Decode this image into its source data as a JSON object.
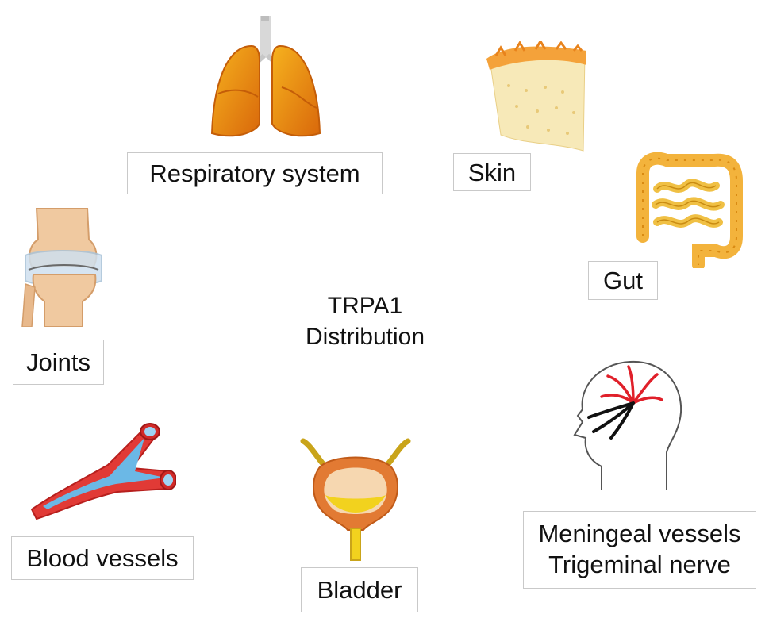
{
  "center": {
    "line1": "TRPA1",
    "line2": "Distribution"
  },
  "organs": {
    "respiratory": {
      "label": "Respiratory system",
      "icon": "lungs-icon"
    },
    "skin": {
      "label": "Skin",
      "icon": "skin-layer-icon"
    },
    "gut": {
      "label": "Gut",
      "icon": "intestine-icon"
    },
    "joints": {
      "label": "Joints",
      "icon": "knee-joint-icon"
    },
    "meningeal": {
      "line1": "Meningeal vessels",
      "line2": "Trigeminal nerve",
      "icon": "head-nerve-icon"
    },
    "blood": {
      "label": "Blood vessels",
      "icon": "blood-vessel-icon"
    },
    "bladder": {
      "label": "Bladder",
      "icon": "bladder-icon"
    }
  },
  "colors": {
    "box_border": "#c9c9c9",
    "organ_orange": "#e88a12",
    "vessel_red": "#d8262b",
    "vessel_blue": "#5aa9e0",
    "nerve_red": "#e0202a"
  }
}
